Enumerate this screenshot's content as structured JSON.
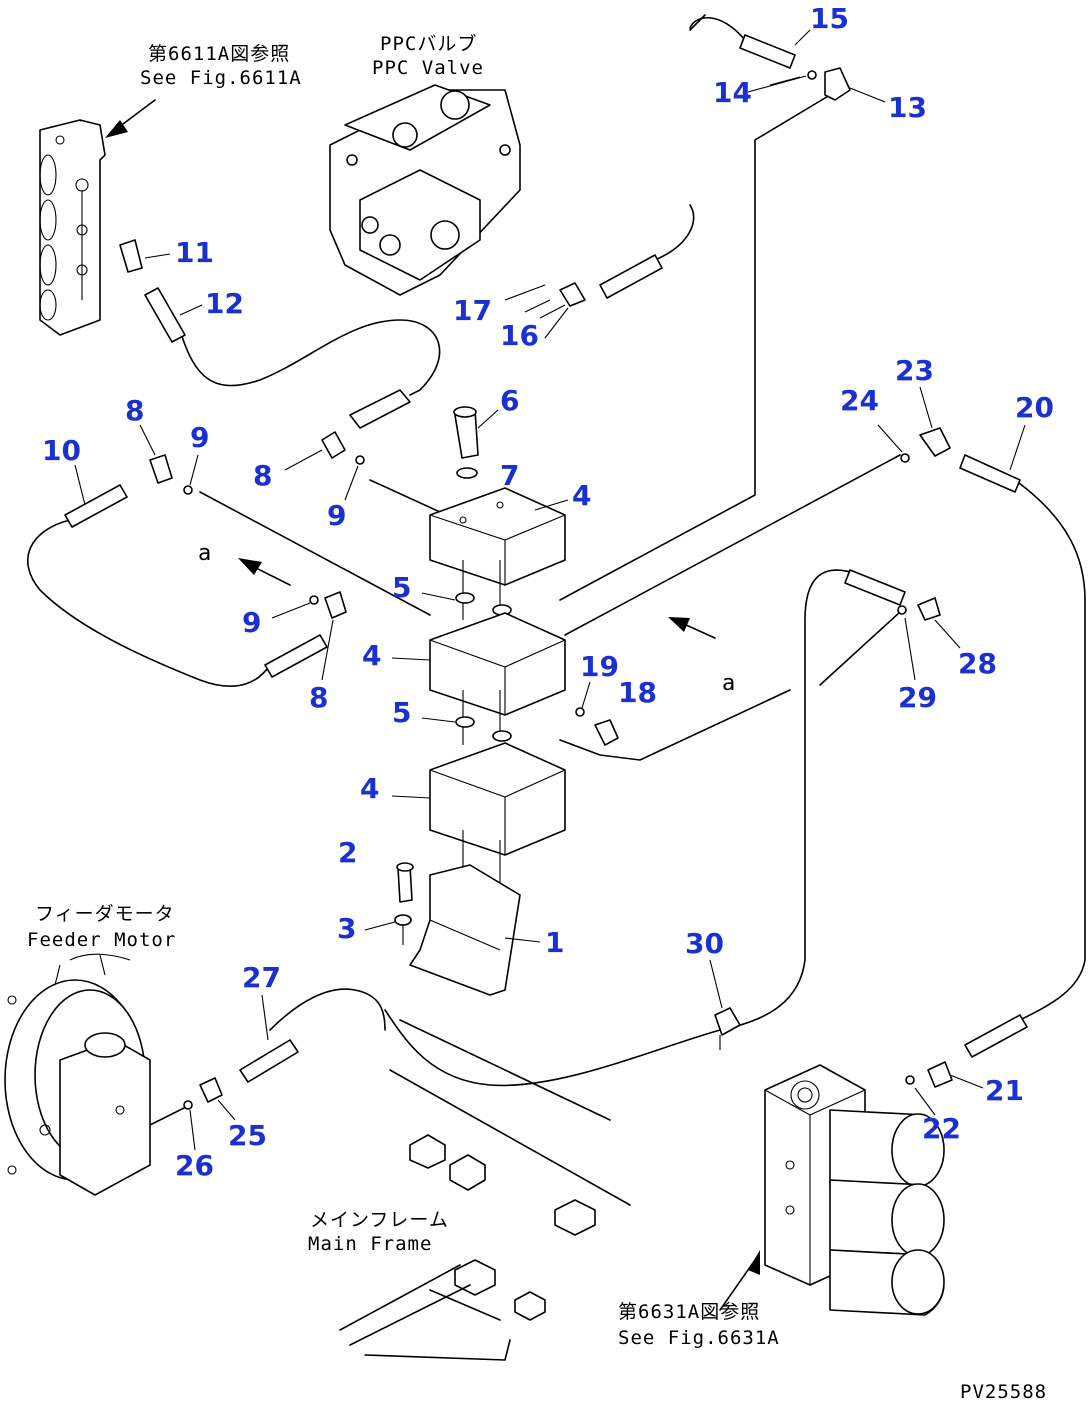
{
  "diagram": {
    "drawing_code": "PV25588",
    "reference_labels": {
      "fig_6611a_jp": "第6611A図参照",
      "fig_6611a_en": "See Fig.6611A",
      "ppc_valve_jp": "PPCバルブ",
      "ppc_valve_en": "PPC Valve",
      "feeder_motor_jp": "フィーダモータ",
      "feeder_motor_en": "Feeder Motor",
      "main_frame_jp": "メインフレーム",
      "main_frame_en": "Main Frame",
      "fig_6631a_jp": "第6631A図参照",
      "fig_6631a_en": "See Fig.6631A"
    },
    "view_markers": {
      "upper": "a",
      "lower": "a"
    },
    "callouts": [
      "1",
      "2",
      "3",
      "4",
      "4",
      "4",
      "5",
      "5",
      "6",
      "7",
      "8",
      "8",
      "8",
      "9",
      "9",
      "9",
      "10",
      "11",
      "12",
      "13",
      "14",
      "15",
      "16",
      "17",
      "18",
      "19",
      "20",
      "21",
      "22",
      "23",
      "24",
      "25",
      "26",
      "27",
      "28",
      "29",
      "30"
    ]
  }
}
